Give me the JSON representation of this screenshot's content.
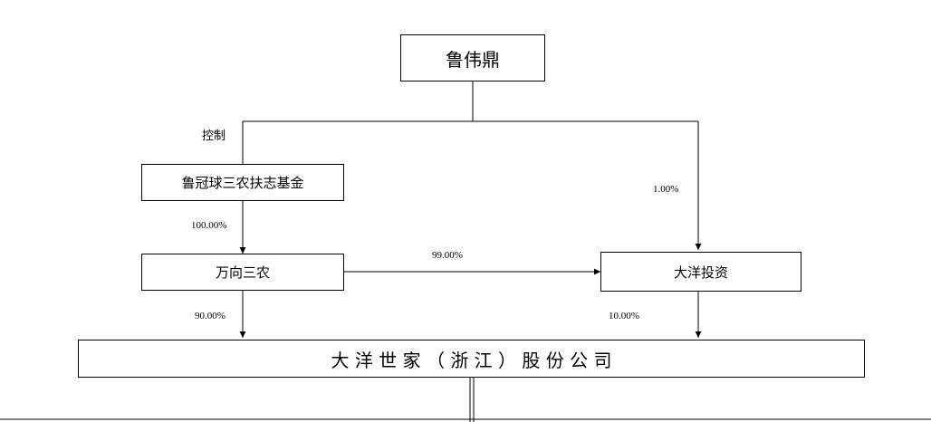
{
  "nodes": {
    "founder": "鲁伟鼎",
    "fund": "鲁冠球三农扶志基金",
    "wanxiang": "万向三农",
    "dayang_invest": "大洋投资",
    "company": "大 洋 世 家 （ 浙 江 ） 股 份 公 司"
  },
  "edges": {
    "control": "控制",
    "founder_to_invest": "1.00%",
    "fund_to_wanxiang": "100.00%",
    "wanxiang_to_invest": "99.00%",
    "wanxiang_to_company": "90.00%",
    "invest_to_company": "10.00%"
  }
}
